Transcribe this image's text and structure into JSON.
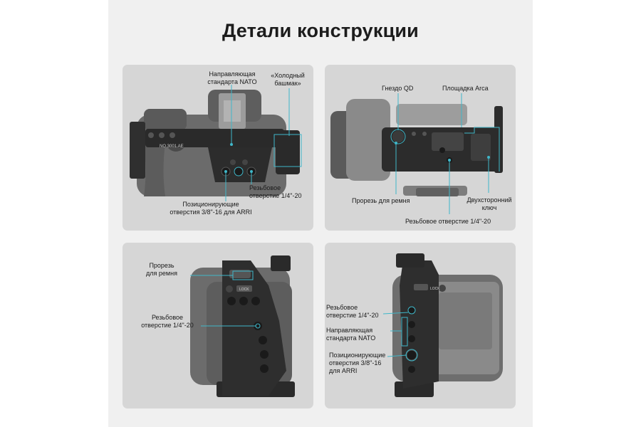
{
  "title": "Детали конструкции",
  "colors": {
    "accent": "#3fb7c9",
    "background": "#f0f0f0",
    "panel": "#d6d6d6"
  },
  "panels": [
    {
      "labels": [
        "Направляющая\nстандарта NATO",
        "«Холодный\nбашмак»",
        "Позиционирующие\nотверстия 3/8\"-16 для ARRI",
        "Резьбовое\nотверстие 1/4\"-20"
      ],
      "camera_text": "NO.3001.AE"
    },
    {
      "labels": [
        "Гнездо QD",
        "Площадка Arca",
        "Прорезь для ремня",
        "Двухсторонний\nключ",
        "Резьбовое отверстие 1/4\"-20"
      ]
    },
    {
      "labels": [
        "Прорезь\nдля ремня",
        "Резьбовое\nотверстие 1/4\"-20"
      ],
      "lock_text": "LOCK"
    },
    {
      "labels": [
        "Резьбовое\nотверстие 1/4\"-20",
        "Направляющая\nстандарта NATO",
        "Позиционирующие\nотверстия 3/8\"-16\nдля ARRI"
      ],
      "lock_text": "LOCK"
    }
  ]
}
